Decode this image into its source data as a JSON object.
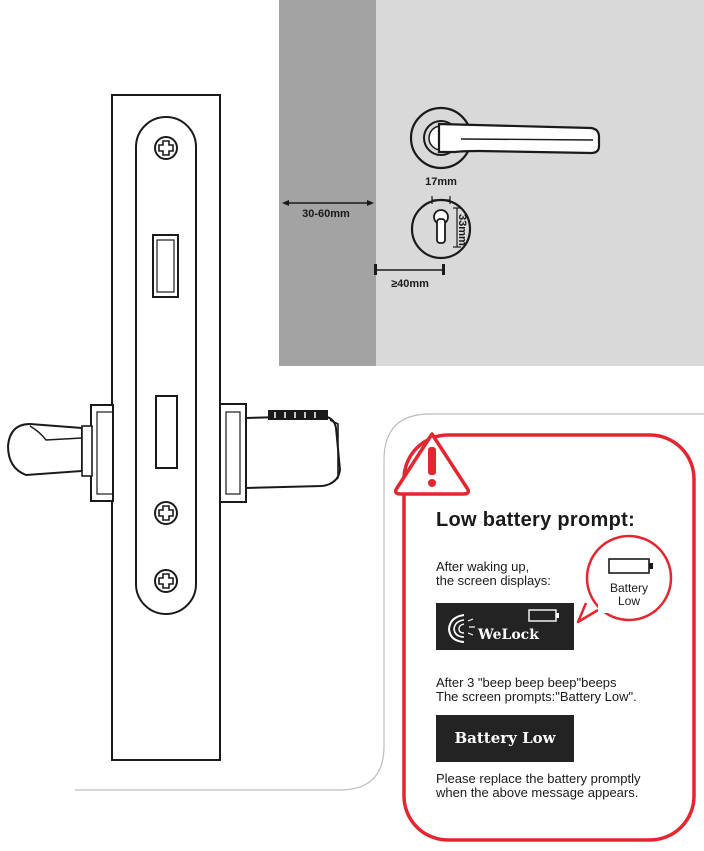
{
  "dimensions": {
    "door_thickness": "30-60mm",
    "hole_width": "17mm",
    "hole_height": "33mm",
    "backset": "≥40mm"
  },
  "prompt_card": {
    "title": "Low battery prompt:",
    "wake_text_line1": "After waking up,",
    "wake_text_line2": "the screen displays:",
    "bubble_line1": "Battery",
    "bubble_line2": "Low",
    "screen1_brand": "WeLock",
    "beep_line1": "After 3 \"beep beep beep\"beeps",
    "beep_line2": "The screen prompts:\"Battery Low\".",
    "screen2_text": "Battery Low",
    "replace_line1": "Please replace the battery promptly",
    "replace_line2": "when the above message appears."
  },
  "colors": {
    "accent_red": "#e3262f",
    "door_edge": "#a3a3a3",
    "door_face": "#d9d9d9",
    "screen_bg": "#232323"
  },
  "icons": [
    "warning-icon",
    "battery-icon",
    "fingerprint-icon",
    "screw-icon"
  ]
}
